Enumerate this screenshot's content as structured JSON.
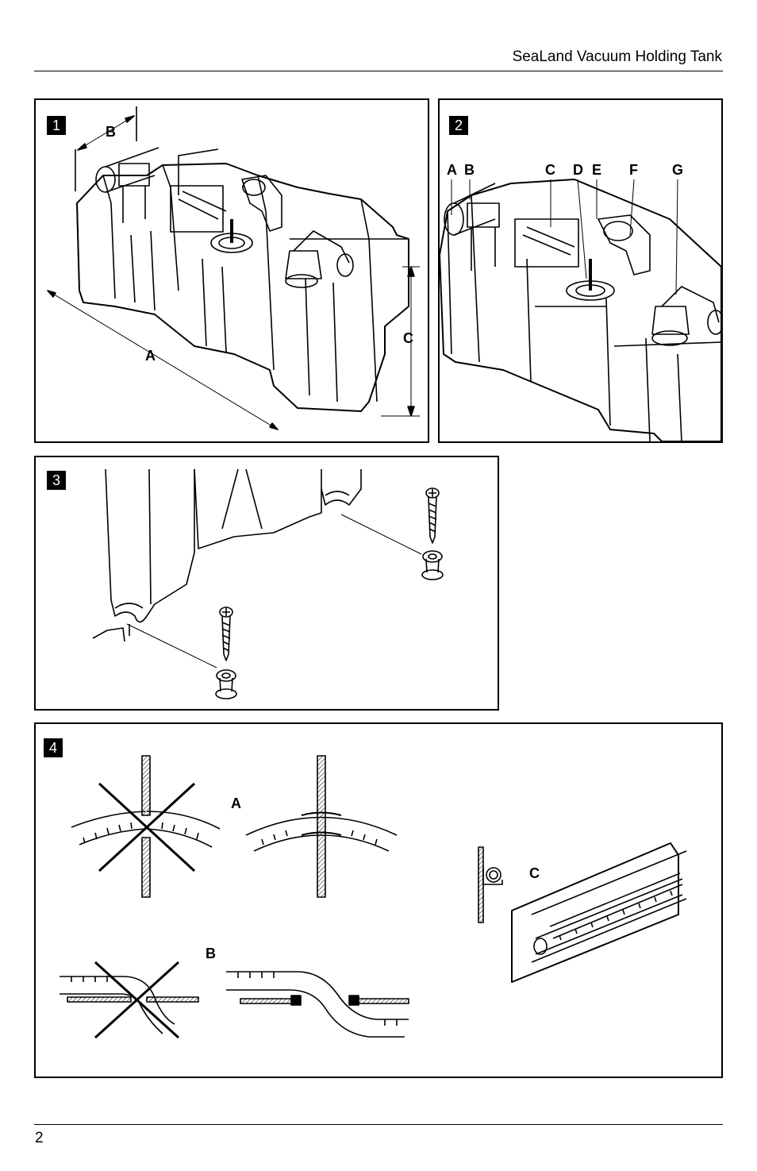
{
  "header": {
    "title": "SeaLand Vacuum Holding Tank"
  },
  "footer": {
    "page_number": "2"
  },
  "figures": [
    {
      "number": "1",
      "labels": [
        "B",
        "A",
        "C"
      ]
    },
    {
      "number": "2",
      "labels": [
        "A",
        "B",
        "C",
        "D",
        "E",
        "F",
        "G"
      ]
    },
    {
      "number": "3",
      "labels": []
    },
    {
      "number": "4",
      "labels": [
        "A",
        "B",
        "C"
      ]
    }
  ]
}
